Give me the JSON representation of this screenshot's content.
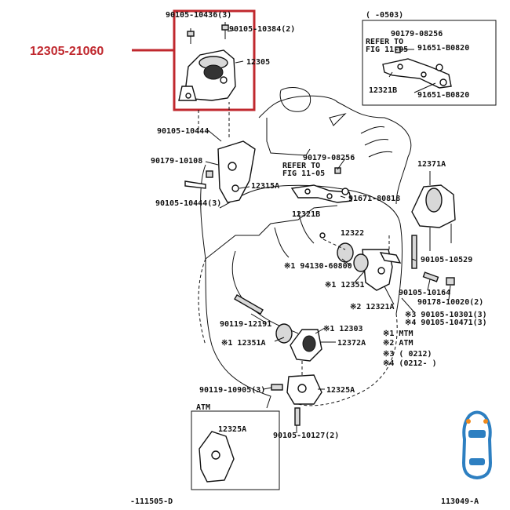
{
  "highlight": {
    "part_number": "12305-21060",
    "color": "#c0282e"
  },
  "labels": {
    "l1": "90105-10436(3)",
    "l2": "90105-10384(2)",
    "l3": "12305",
    "l4": "90105-10444",
    "l5": "90179-10108",
    "l6": "12315A",
    "l7": "90105-10444(3)",
    "l8": "(   -0503)",
    "l9": "90179-08256",
    "l10": "REFER TO",
    "l11": "FIG 11-05",
    "l12": "91651-B0820",
    "l13": "12321B",
    "l14": "91651-B0820",
    "l15": "90179-08256",
    "l16": "REFER TO",
    "l17": "FIG 11-05",
    "l18": "91671-80818",
    "l19": "12321B",
    "l20": "12371A",
    "l21": "12322",
    "l22": "※1 94130-60800",
    "l23": "※1 12351",
    "l24": "※2 12321A",
    "l25": "90105-10529",
    "l26": "90105-10164",
    "l27": "90178-10020(2)",
    "l28": "※3 90105-10301(3)",
    "l29": "※4 90105-10471(3)",
    "l30": "90119-12191",
    "l31": "※1 12351A",
    "l32": "※1 12303",
    "l33": "12372A",
    "l34": "※1 MTM",
    "l35": "※2 ATM",
    "l36": "※3 (      0212)",
    "l37": "※4 (0212-      )",
    "l38": "90119-10905(3)",
    "l39": "12325A",
    "l40": "ATM",
    "l41": "12325A",
    "l42": "90105-10127(2)",
    "l43": "-111505-D",
    "l44": "113049-A"
  },
  "colors": {
    "car_icon_blue": "#2d7fc1",
    "car_icon_dot_orange": "#f08a1c"
  },
  "icons": {
    "car": "car-top-view-icon"
  }
}
